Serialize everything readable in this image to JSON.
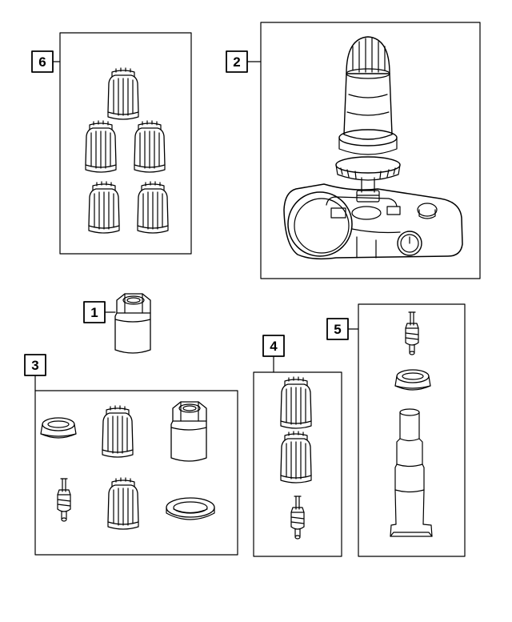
{
  "callouts": {
    "c1": "1",
    "c2": "2",
    "c3": "3",
    "c4": "4",
    "c5": "5",
    "c6": "6"
  },
  "colors": {
    "line": "#000000",
    "background": "#ffffff"
  },
  "parts": {
    "c1": [
      "lug-nut"
    ],
    "c2": [
      "tpms-sensor-assembly"
    ],
    "c3": [
      "grommet-seal",
      "valve-cap",
      "lug-nut",
      "valve-core",
      "valve-cap",
      "washer-seal"
    ],
    "c4": [
      "valve-cap",
      "valve-cap",
      "valve-core"
    ],
    "c5": [
      "valve-core",
      "grommet-seal",
      "valve-stem"
    ],
    "c6": [
      "valve-cap",
      "valve-cap",
      "valve-cap",
      "valve-cap",
      "valve-cap"
    ]
  }
}
